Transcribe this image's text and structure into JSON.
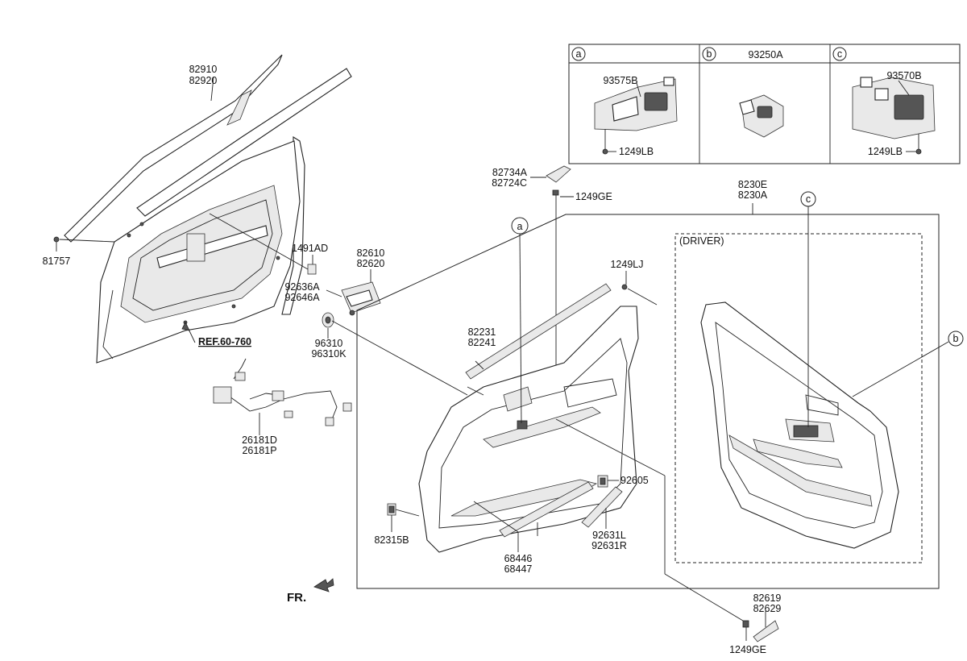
{
  "legend": {
    "a": {
      "letter": "a",
      "part": "93575B",
      "screw": "1249LB"
    },
    "b": {
      "letter": "b",
      "part": "93250A"
    },
    "c": {
      "letter": "c",
      "part": "93570B",
      "screw": "1249LB"
    }
  },
  "labels": {
    "p82910": "82910",
    "p82920": "82920",
    "p81757": "81757",
    "p1491AD": "1491AD",
    "p92636A": "92636A",
    "p92646A": "92646A",
    "p82610": "82610",
    "p82620": "82620",
    "p96310": "96310",
    "p96310K": "96310K",
    "ref": "REF.60-760",
    "p26181D": "26181D",
    "p26181P": "26181P",
    "p82734A": "82734A",
    "p82724C": "82724C",
    "p1249GE_top": "1249GE",
    "p8230E": "8230E",
    "p8230A": "8230A",
    "p1249LJ": "1249LJ",
    "p82231": "82231",
    "p82241": "82241",
    "driver": "(DRIVER)",
    "p92605": "92605",
    "p82315B": "82315B",
    "p68446": "68446",
    "p68447": "68447",
    "p92631L": "92631L",
    "p92631R": "92631R",
    "p82619": "82619",
    "p82629": "82629",
    "p1249GE_bottom": "1249GE",
    "fr": "FR.",
    "callout_a": "a",
    "callout_b": "b",
    "callout_c": "c"
  }
}
